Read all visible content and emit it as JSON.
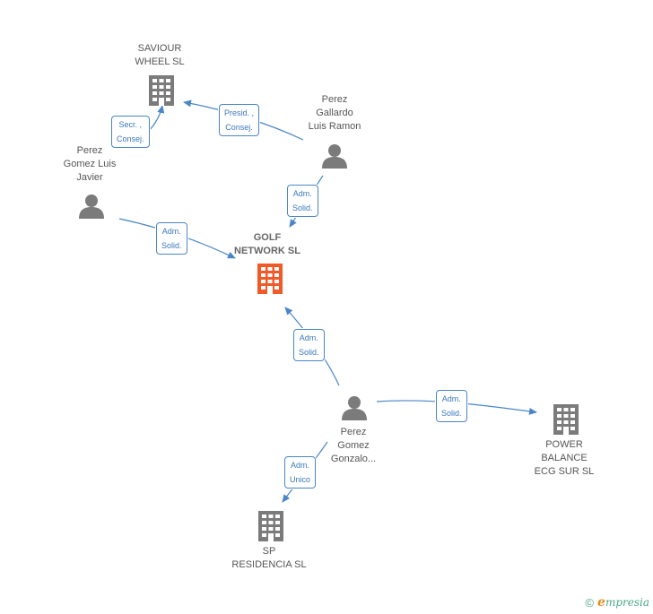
{
  "nodes": {
    "center": {
      "label": "GOLF\nNETWORK SL",
      "kind": "company",
      "color": "#f05a28"
    },
    "saviour": {
      "label": "SAVIOUR\nWHEEL  SL",
      "kind": "company",
      "color": "#7b7b7b"
    },
    "perez_gallardo": {
      "label": "Perez\nGallardo\nLuis Ramon",
      "kind": "person",
      "color": "#7b7b7b"
    },
    "perez_gomez_luis": {
      "label": "Perez\nGomez Luis\nJavier",
      "kind": "person",
      "color": "#7b7b7b"
    },
    "perez_gomez_gonzalo": {
      "label": "Perez\nGomez\nGonzalo...",
      "kind": "person",
      "color": "#7b7b7b"
    },
    "power_balance": {
      "label": "POWER\nBALANCE\nECG SUR SL",
      "kind": "company",
      "color": "#7b7b7b"
    },
    "sp_residencia": {
      "label": "SP\nRESIDENCIA  SL",
      "kind": "company",
      "color": "#7b7b7b"
    }
  },
  "edges": {
    "luis_saviour": {
      "label": "Secr. ,\nConsej."
    },
    "gallardo_saviour": {
      "label": "Presid. ,\nConsej."
    },
    "gallardo_center": {
      "label": "Adm.\nSolid."
    },
    "luis_center": {
      "label": "Adm.\nSolid."
    },
    "gonzalo_center": {
      "label": "Adm.\nSolid."
    },
    "gonzalo_power": {
      "label": "Adm.\nSolid."
    },
    "gonzalo_sp": {
      "label": "Adm.\nUnico"
    }
  },
  "colors": {
    "edge": "#4a86c8",
    "accent": "#f05a28"
  },
  "footer": {
    "copyright": "©",
    "brand_first": "e",
    "brand_rest": "mpresia"
  }
}
